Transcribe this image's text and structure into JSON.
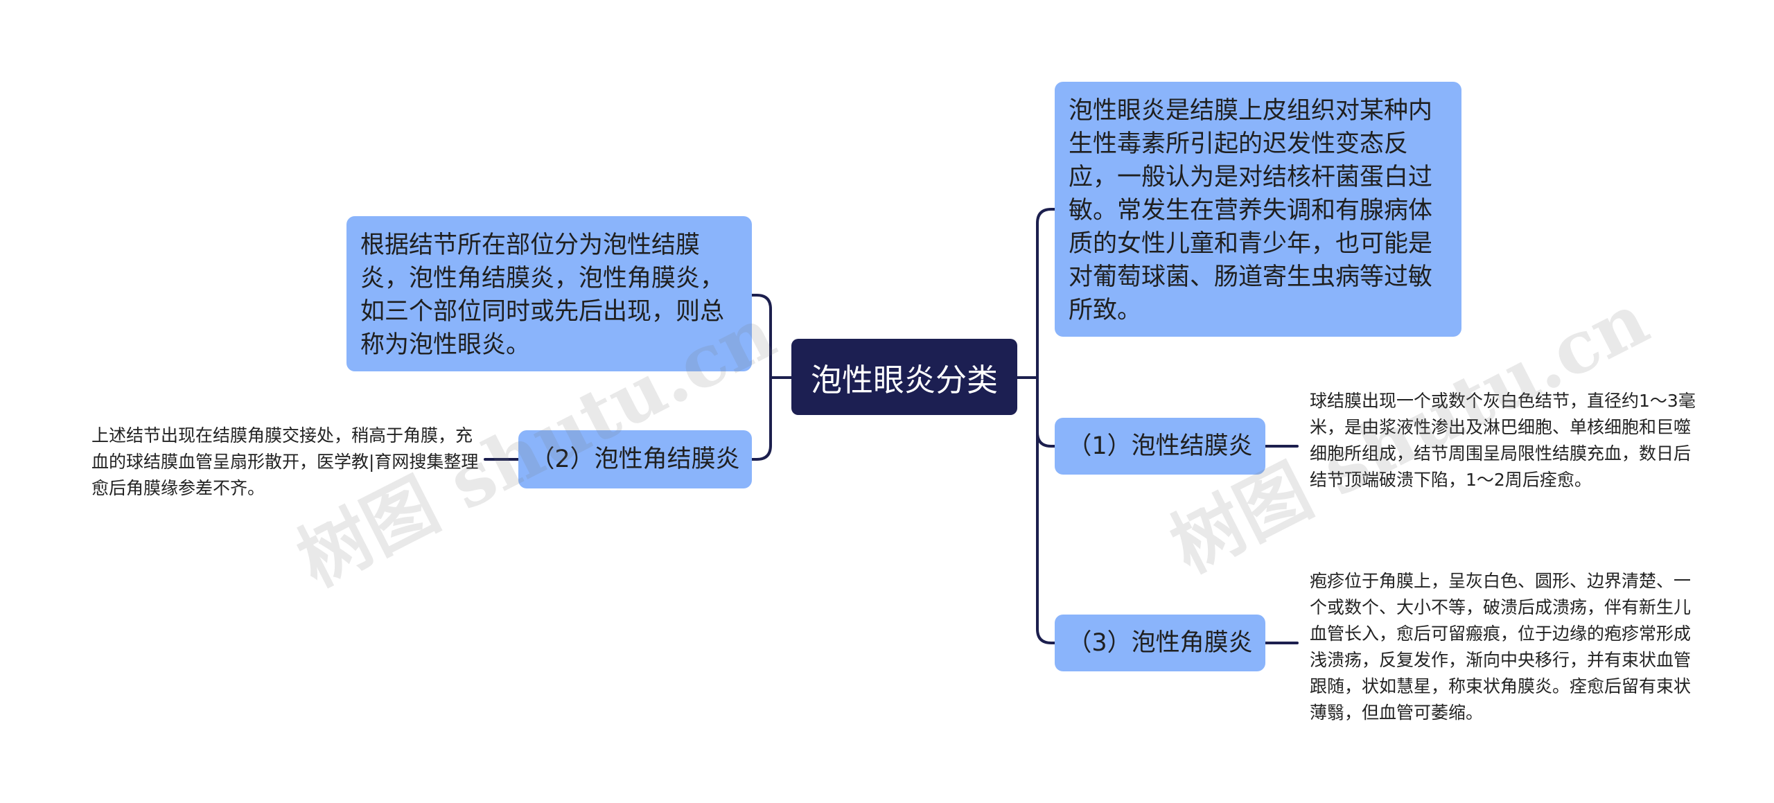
{
  "root": {
    "label": "泡性眼炎分类"
  },
  "right": {
    "definition": {
      "text": "泡性眼炎是结膜上皮组织对某种内生性毒素所引起的迟发性变态反应，一般认为是对结核杆菌蛋白过敏。常发生在营养失调和有腺病体质的女性儿童和青少年，也可能是对葡萄球菌、肠道寄生虫病等过敏所致。"
    },
    "branch1": {
      "label": "（1）泡性结膜炎",
      "detail": "球结膜出现一个或数个灰白色结节，直径约1～3毫米，是由浆液性渗出及淋巴细胞、单核细胞和巨噬细胞所组成，结节周围呈局限性结膜充血，数日后结节顶端破溃下陷，1～2周后痊愈。"
    },
    "branch3": {
      "label": "（3）泡性角膜炎",
      "detail": "疱疹位于角膜上，呈灰白色、圆形、边界清楚、一个或数个、大小不等，破溃后成溃疡，伴有新生儿血管长入，愈后可留瘢痕，位于边缘的疱疹常形成浅溃疡，反复发作，渐向中央移行，并有束状血管跟随，状如慧星，称束状角膜炎。痊愈后留有束状薄翳，但血管可萎缩。"
    }
  },
  "left": {
    "classification": {
      "text": "根据结节所在部位分为泡性结膜炎，泡性角结膜炎，泡性角膜炎，如三个部位同时或先后出现，则总称为泡性眼炎。"
    },
    "branch2": {
      "label": "（2）泡性角结膜炎",
      "detail": "上述结节出现在结膜角膜交接处，稍高于角膜，充血的球结膜血管呈扇形散开，医学教|育网搜集整理愈后角膜缘参差不齐。"
    }
  },
  "watermarks": [
    "树图 shutu.cn",
    "树图 shutu.cn"
  ],
  "colors": {
    "root_bg": "#1c1f52",
    "node_bg": "#8ab4fb",
    "connector": "#1c1f4e"
  }
}
